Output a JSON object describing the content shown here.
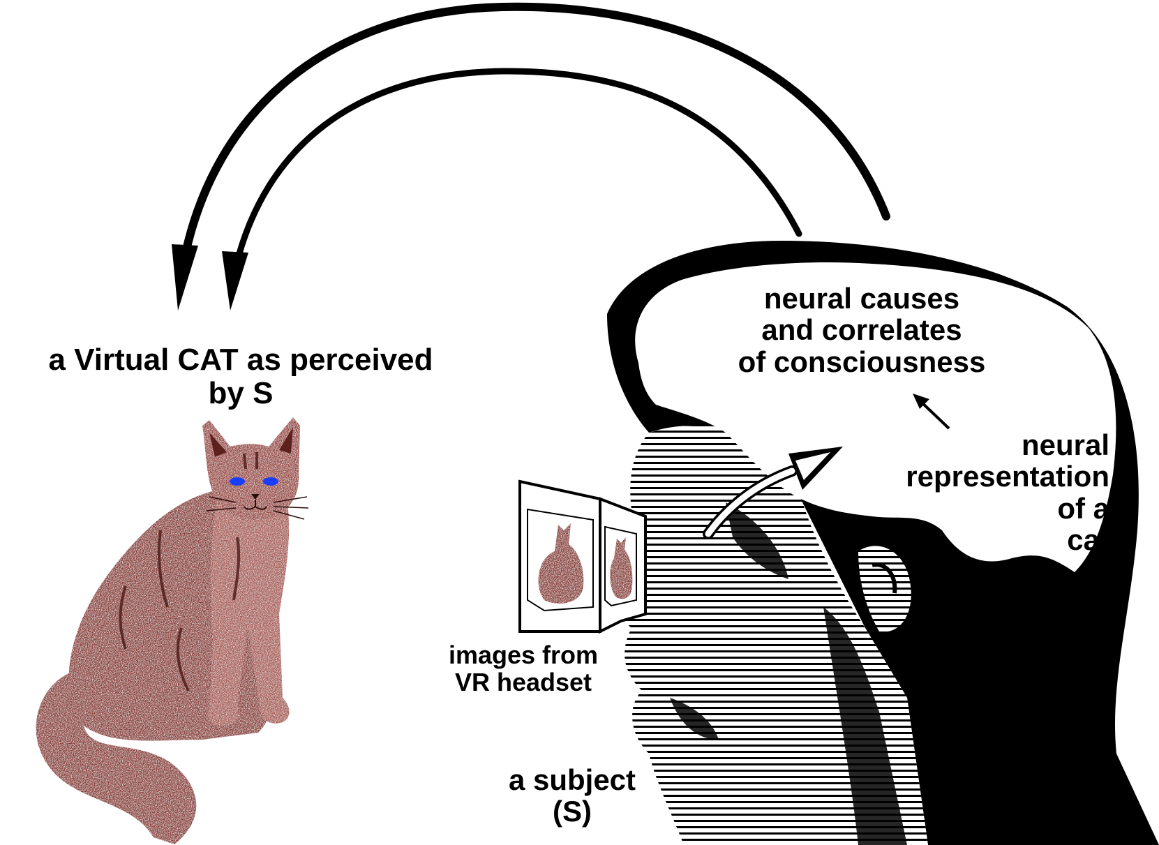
{
  "labels": {
    "virtual_cat": [
      "a Virtual CAT as perceived",
      "by S"
    ],
    "neural_causes": [
      "neural causes",
      "and correlates",
      "of consciousness"
    ],
    "neural_representation": [
      "neural",
      "representation",
      "of a",
      "cat"
    ],
    "vr_images": [
      "images from",
      "VR headset"
    ],
    "subject": [
      "a subject",
      "(S)"
    ]
  },
  "colors": {
    "ink": "#000000",
    "cat_fur": "#8b3a35",
    "cat_fur_light": "#c9948c",
    "cat_eyes": "#1a3cff",
    "background": "#ffffff"
  }
}
